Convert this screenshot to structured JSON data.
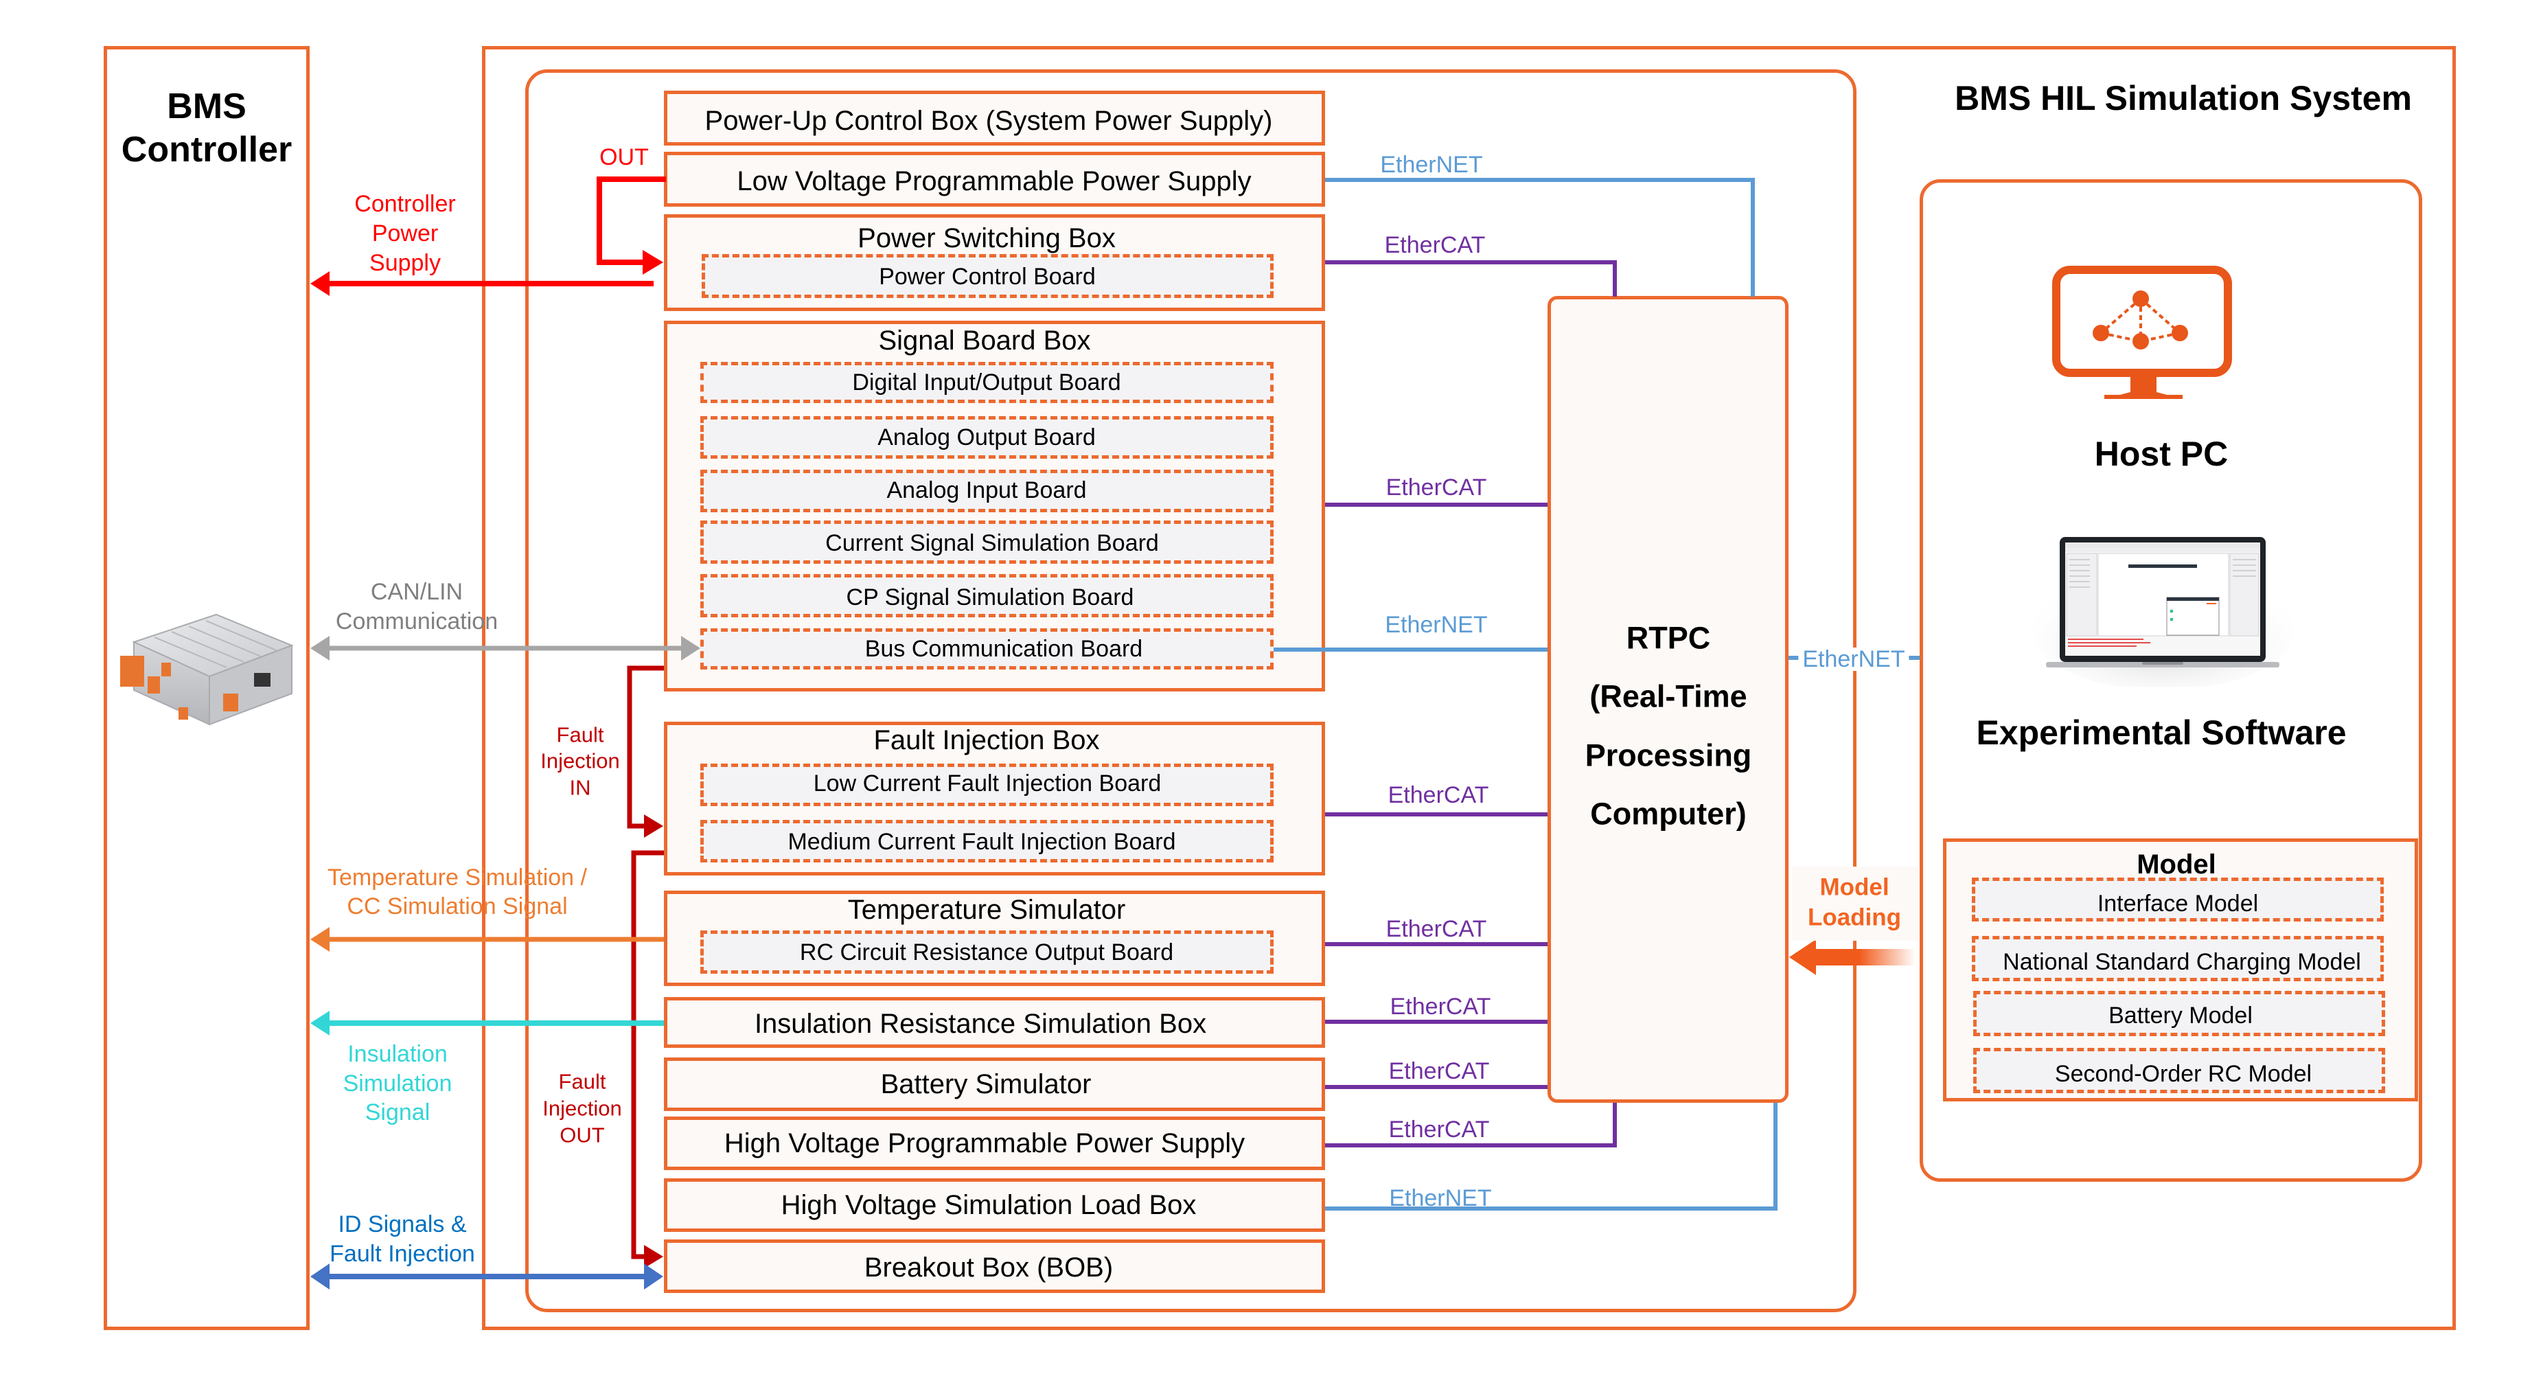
{
  "bms_controller": {
    "title_line1": "BMS",
    "title_line2": "Controller",
    "device_image": "bms-controller-hardware-photo"
  },
  "system": {
    "title": "BMS HIL Simulation System"
  },
  "hardware_boxes": {
    "power_up": {
      "title": "Power-Up Control Box (System Power Supply)"
    },
    "lv_power_supply": {
      "title": "Low Voltage Programmable Power Supply"
    },
    "power_switching": {
      "title": "Power Switching Box",
      "boards": [
        "Power Control Board"
      ]
    },
    "signal_board": {
      "title": "Signal Board Box",
      "boards": [
        "Digital Input/Output Board",
        "Analog Output Board",
        "Analog Input Board",
        "Current Signal Simulation Board",
        "CP Signal Simulation Board",
        "Bus Communication Board"
      ]
    },
    "fault_injection": {
      "title": "Fault Injection Box",
      "boards": [
        "Low Current Fault Injection Board",
        "Medium Current Fault Injection Board"
      ]
    },
    "temperature": {
      "title": "Temperature Simulator",
      "boards": [
        "RC Circuit Resistance Output Board"
      ]
    },
    "insulation": {
      "title": "Insulation Resistance Simulation Box"
    },
    "battery": {
      "title": "Battery Simulator"
    },
    "hv_power_supply": {
      "title": "High Voltage Programmable Power Supply"
    },
    "hv_load": {
      "title": "High Voltage Simulation Load Box"
    },
    "breakout": {
      "title": "Breakout Box (BOB)"
    }
  },
  "rtpc": {
    "lines": [
      "RTPC",
      "(Real-Time",
      "Processing",
      "Computer)"
    ]
  },
  "host": {
    "host_pc_label": "Host PC",
    "software_label": "Experimental Software",
    "model": {
      "title": "Model",
      "items": [
        "Interface Model",
        "National Standard Charging Model",
        "Battery Model",
        "Second-Order RC Model"
      ]
    },
    "model_loading": [
      "Model",
      "Loading"
    ]
  },
  "connections": {
    "bus_labels": {
      "lv_ps": "EtherNET",
      "power_switching": "EtherCAT",
      "signal_board": "EtherCAT",
      "bus_comm": "EtherNET",
      "fault_injection": "EtherCAT",
      "temperature": "EtherCAT",
      "insulation": "EtherCAT",
      "battery": "EtherCAT",
      "hv_power_supply": "EtherCAT",
      "hv_load": "EtherNET",
      "rtpc_host": "EtherNET"
    },
    "side_labels": {
      "out": "OUT",
      "controller_power": [
        "Controller",
        "Power",
        "Supply"
      ],
      "can_lin": [
        "CAN/LIN",
        "Communication"
      ],
      "fault_in": [
        "Fault",
        "Injection",
        "IN"
      ],
      "temp_cc": [
        "Temperature Simulation /",
        "CC Simulation Signal"
      ],
      "insulation": [
        "Insulation",
        "Simulation",
        "Signal"
      ],
      "fault_out": [
        "Fault",
        "Injection",
        "OUT"
      ],
      "id_signals": [
        "ID Signals &",
        "Fault Injection"
      ]
    },
    "colors": {
      "frame": "#ec6a2f",
      "controller_power": "#ff0000",
      "can_lin": "#a6a6a6",
      "can_lin_text": "#7f7f7f",
      "fault": "#c00000",
      "temp_cc": "#ed7d31",
      "insulation": "#33d6d6",
      "id_signals": "#4472c4",
      "id_signals_text": "#0070c0",
      "ethernet": "#5b9bd5",
      "ethercat": "#7030a0",
      "model_loading": "#f26522"
    }
  }
}
